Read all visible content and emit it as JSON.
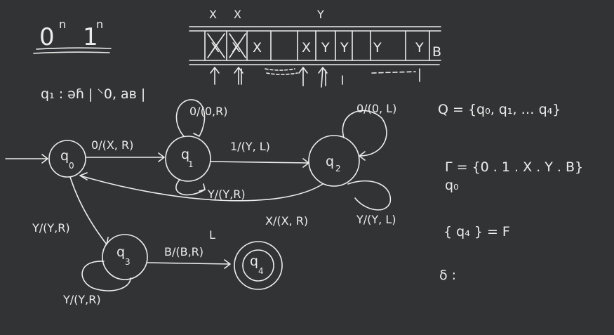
{
  "title": {
    "base0": "0",
    "exp1": "n",
    "base1": "1",
    "exp2": "n"
  },
  "q1_note": "q₁ : əɦ | ⸌0, ав |",
  "tape": {
    "cells": [
      "X",
      "X",
      "X",
      "",
      "X",
      "Y",
      "Y",
      "Y",
      "",
      "Y",
      "B"
    ],
    "above_labels": [
      "X",
      "X",
      "Y"
    ]
  },
  "states": [
    {
      "id": "q0",
      "label": "q",
      "sub": "0"
    },
    {
      "id": "q1",
      "label": "q",
      "sub": "1"
    },
    {
      "id": "q2",
      "label": "q",
      "sub": "2"
    },
    {
      "id": "q3",
      "label": "q",
      "sub": "3"
    },
    {
      "id": "q4",
      "label": "q",
      "sub": "4"
    }
  ],
  "transitions": {
    "q0_q1": "0/(X, R)",
    "q1_loop_top": "0/(0,R)",
    "q1_loop_bottom": "Y/(Y,R)",
    "q1_q2": "1/(Y, L)",
    "q2_loop_top": "0/(0, L)",
    "q2_loop_bottom": "Y/(Y, L)",
    "q2_q0": "X/(X, R)",
    "q0_q3": "Y/(Y,R)",
    "q3_loop": "Y/(Y,R)",
    "q3_q4": "B/(B,R)",
    "q3_q4_extra": "L"
  },
  "definitions": {
    "Q": "Q = {q₀, q₁, … q₄}",
    "Gamma": "Γ = {0 . 1 . X . Y . B}",
    "start": "q₀",
    "final": "{ q₄ } = F",
    "delta": "δ :"
  },
  "colors": {
    "background": "#323335",
    "ink": "#ececec"
  }
}
